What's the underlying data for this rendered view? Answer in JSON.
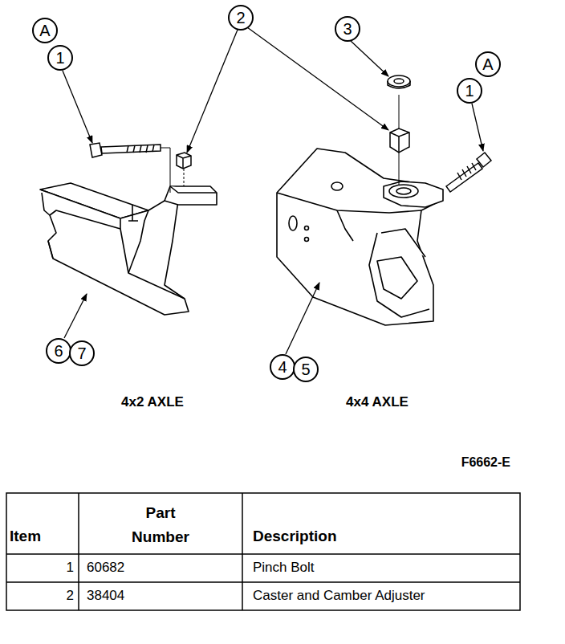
{
  "diagram": {
    "nodes": [
      {
        "text": [
          "A"
        ]
      },
      {
        "text": [
          "1"
        ]
      },
      {
        "text": [
          "2"
        ]
      },
      {
        "text": [
          "3"
        ]
      },
      {
        "text": [
          "A"
        ]
      },
      {
        "text": [
          "1"
        ]
      },
      {
        "text": [
          "6"
        ]
      },
      {
        "text": [
          "7"
        ]
      },
      {
        "text": [
          "4"
        ]
      },
      {
        "text": [
          "5"
        ]
      }
    ],
    "labels": [
      "4x2 AXLE",
      "4x4 AXLE",
      "F6662-E",
      "Item",
      "Part Number",
      "Description",
      "1",
      "60682",
      "Pinch Bolt",
      "2",
      "38404",
      "Caster and Camber Adjuster"
    ]
  }
}
